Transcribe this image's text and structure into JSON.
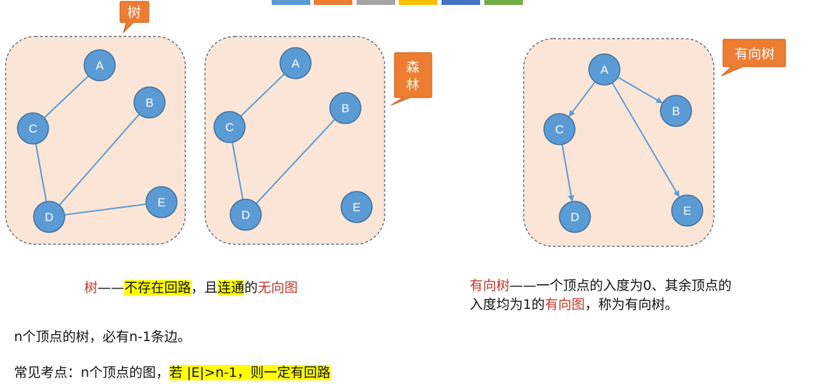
{
  "palette": [
    "#5b9bd5",
    "#ed7d31",
    "#a5a5a5",
    "#ffc000",
    "#4472c4",
    "#70ad47"
  ],
  "colors": {
    "panel_fill": "#fbe5d6",
    "panel_border": "#44546a",
    "node_fill": "#5b9bd5",
    "node_stroke": "#41719c",
    "edge": "#5b9bd5",
    "callout": "#ed7d31"
  },
  "callouts": {
    "tree": "树",
    "forest_1": "森",
    "forest_2": "林",
    "directed_tree": "有向树"
  },
  "graph_tree": {
    "nodes": [
      {
        "id": "A",
        "label": "A"
      },
      {
        "id": "B",
        "label": "B"
      },
      {
        "id": "C",
        "label": "C"
      },
      {
        "id": "D",
        "label": "D"
      },
      {
        "id": "E",
        "label": "E"
      }
    ],
    "edges": [
      [
        "A",
        "C"
      ],
      [
        "C",
        "D"
      ],
      [
        "B",
        "D"
      ],
      [
        "D",
        "E"
      ]
    ]
  },
  "graph_forest": {
    "nodes": [
      {
        "id": "A",
        "label": "A"
      },
      {
        "id": "B",
        "label": "B"
      },
      {
        "id": "C",
        "label": "C"
      },
      {
        "id": "D",
        "label": "D"
      },
      {
        "id": "E",
        "label": "E"
      }
    ],
    "edges": [
      [
        "A",
        "C"
      ],
      [
        "C",
        "D"
      ],
      [
        "B",
        "D"
      ]
    ]
  },
  "graph_directed": {
    "nodes": [
      {
        "id": "A",
        "label": "A"
      },
      {
        "id": "B",
        "label": "B"
      },
      {
        "id": "C",
        "label": "C"
      },
      {
        "id": "D",
        "label": "D"
      },
      {
        "id": "E",
        "label": "E"
      }
    ],
    "edges": [
      [
        "A",
        "C"
      ],
      [
        "A",
        "B"
      ],
      [
        "A",
        "E"
      ],
      [
        "C",
        "D"
      ]
    ]
  },
  "text": {
    "tree_def": {
      "term": "树",
      "dash": "——",
      "p1": "不存在回路",
      "p2": "，且",
      "p3": "连通",
      "p4": "的",
      "p5": "无向图"
    },
    "dtree_def": {
      "term": "有向树",
      "p1": "——一个顶点的入度为0、其余顶点的",
      "p2": "入度均为1的",
      "p3": "有向图",
      "p4": "，称为有向树。"
    },
    "fact": "n个顶点的树，必有n-1条边。",
    "exam": {
      "prefix": "常见考点：n个顶点的图，",
      "highlight": "若 |E|>n-1，则一定有回路"
    }
  }
}
